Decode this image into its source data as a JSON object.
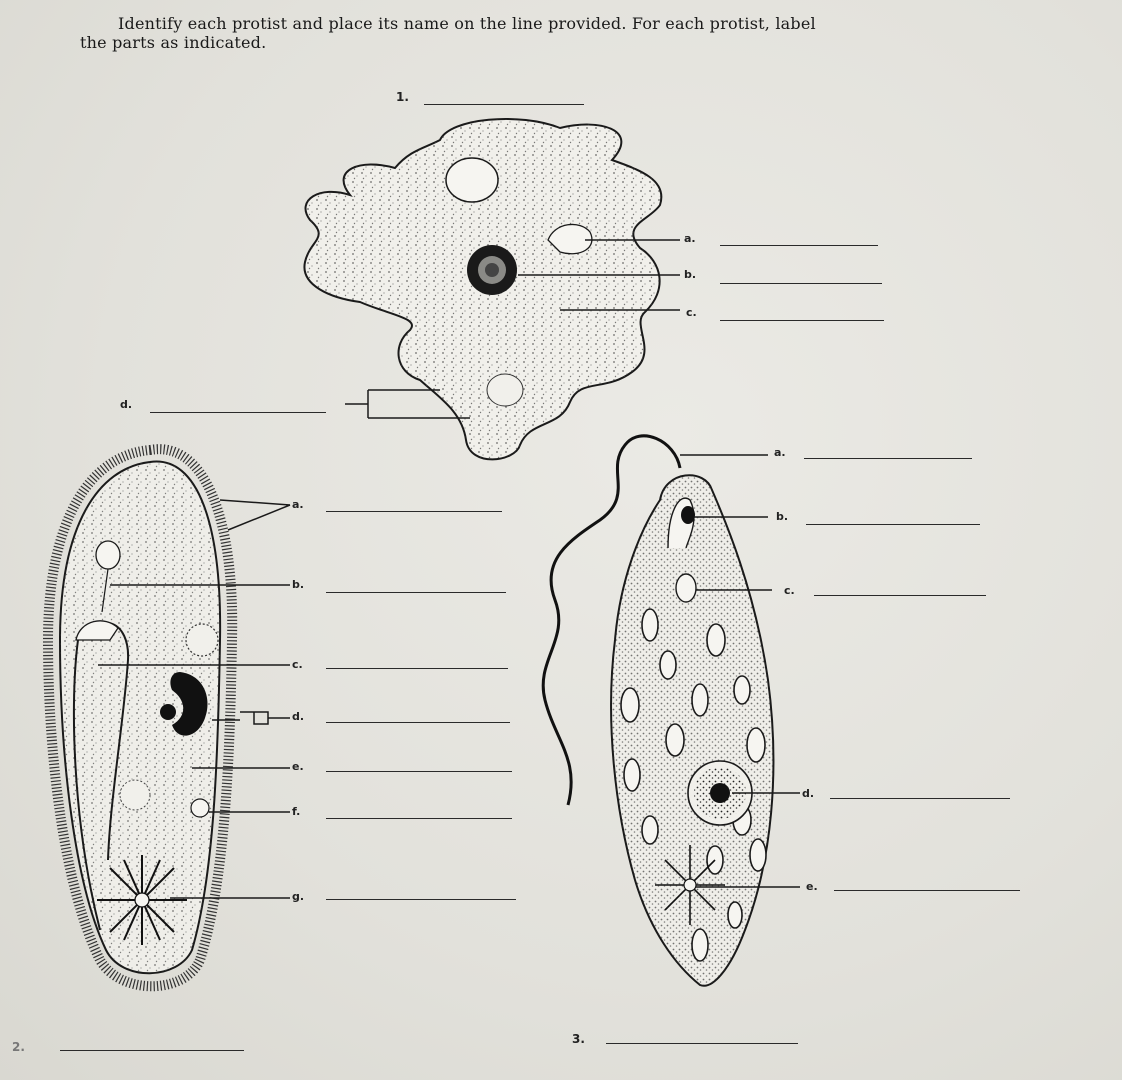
{
  "instructions": {
    "line1": "Identify each protist and place its name on the line provided. For each protist, label",
    "line2": "the parts as indicated."
  },
  "amoeba": {
    "number": "1.",
    "labels": {
      "a": "a.",
      "b": "b.",
      "c": "c.",
      "d": "d."
    }
  },
  "paramecium": {
    "number": "2.",
    "labels": {
      "a": "a.",
      "b": "b.",
      "c": "c.",
      "d": "d.",
      "e": "e.",
      "f": "f.",
      "g": "g."
    }
  },
  "euglena": {
    "number": "3.",
    "labels": {
      "a": "a.",
      "b": "b.",
      "c": "c.",
      "d": "d.",
      "e": "e."
    }
  }
}
